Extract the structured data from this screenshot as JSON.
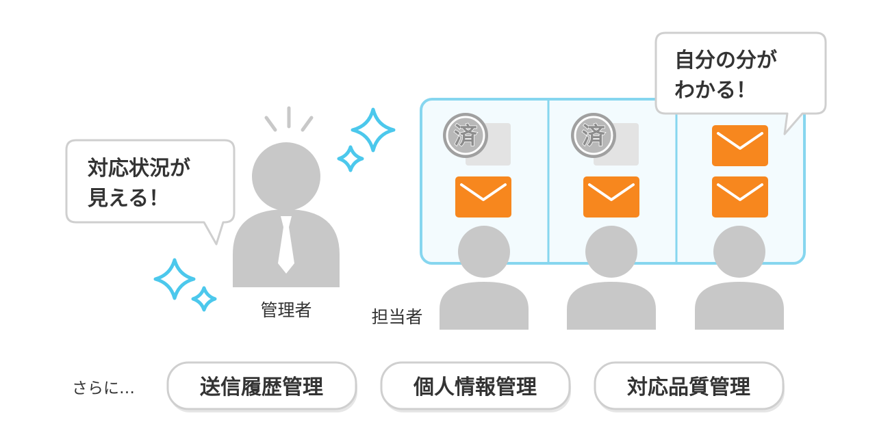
{
  "bubbles": {
    "manager": {
      "line1": "対応状況が",
      "line2": "見える！"
    },
    "staff": {
      "line1": "自分の分が",
      "line2": "わかる！"
    }
  },
  "labels": {
    "manager": "管理者",
    "staff": "担当者"
  },
  "stamp": "済",
  "footer": {
    "lead": "さらに…",
    "features": [
      "送信履歴管理",
      "個人情報管理",
      "対応品質管理"
    ]
  },
  "colors": {
    "person": "#c8c8c8",
    "panel_border": "#86d6ef",
    "panel_fill": "#f3fbfe",
    "sparkle": "#4cc8ec",
    "envelope": "#f7871e",
    "handled_envelope": "#e3e3e3",
    "stamp": "#a0a0a0"
  }
}
